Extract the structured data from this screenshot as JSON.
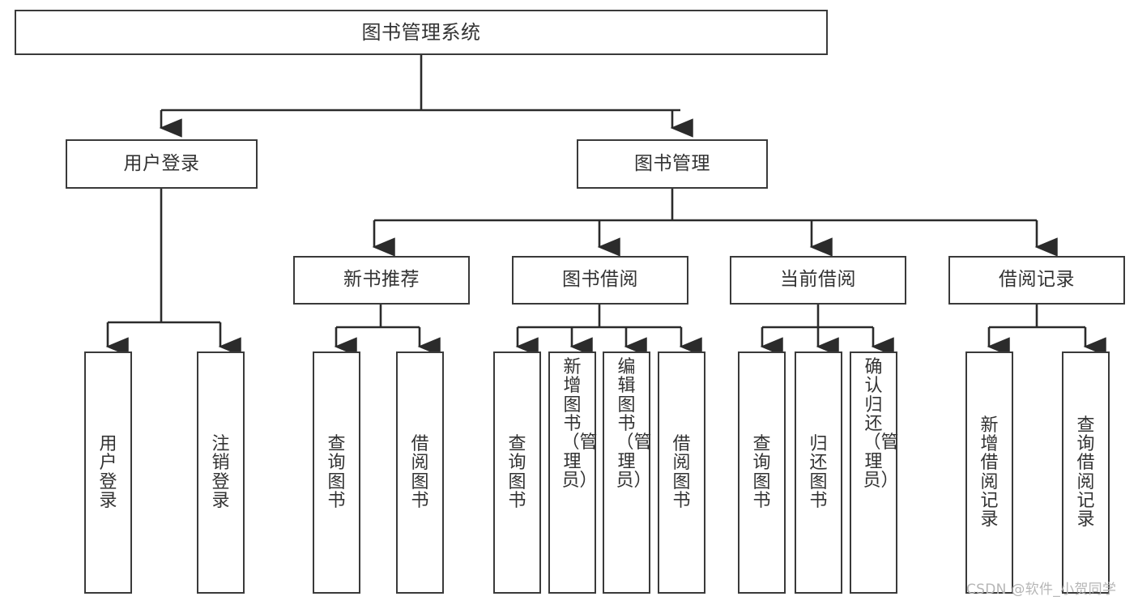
{
  "diagram": {
    "type": "tree",
    "title": "图书管理系统",
    "watermark": "CSDN @软件_小贺同学",
    "colors": {
      "box_border": "#3a3a3a",
      "box_fill": "#ffffff",
      "edge": "#2b2b2b",
      "text": "#333333",
      "watermark": "#b6b6b6",
      "background": "#ffffff"
    },
    "nodes": {
      "root": {
        "label": "图书管理系统"
      },
      "level2": [
        {
          "id": "user-login",
          "label": "用户登录"
        },
        {
          "id": "book-manage",
          "label": "图书管理"
        }
      ],
      "level3": [
        {
          "id": "new-book-recommend",
          "label": "新书推荐"
        },
        {
          "id": "book-borrow",
          "label": "图书借阅"
        },
        {
          "id": "current-borrow",
          "label": "当前借阅"
        },
        {
          "id": "borrow-record",
          "label": "借阅记录"
        }
      ],
      "leaves": {
        "user-login": [
          {
            "id": "leaf-user-login",
            "label": "用户登录"
          },
          {
            "id": "leaf-user-logout",
            "label": "注销登录"
          }
        ],
        "new-book-recommend": [
          {
            "id": "leaf-query-book-1",
            "label": "查询图书"
          },
          {
            "id": "leaf-borrow-book-1",
            "label": "借阅图书"
          }
        ],
        "book-borrow": [
          {
            "id": "leaf-query-book-2",
            "label": "查询图书"
          },
          {
            "id": "leaf-add-book",
            "label": "新增图书（管理员）"
          },
          {
            "id": "leaf-edit-book",
            "label": "编辑图书（管理员）"
          },
          {
            "id": "leaf-borrow-book-2",
            "label": "借阅图书"
          }
        ],
        "current-borrow": [
          {
            "id": "leaf-query-book-3",
            "label": "查询图书"
          },
          {
            "id": "leaf-return-book",
            "label": "归还图书"
          },
          {
            "id": "leaf-confirm-return",
            "label": "确认归还（管理员）"
          }
        ],
        "borrow-record": [
          {
            "id": "leaf-add-record",
            "label": "新增借阅记录"
          },
          {
            "id": "leaf-query-record",
            "label": "查询借阅记录"
          }
        ]
      }
    }
  }
}
